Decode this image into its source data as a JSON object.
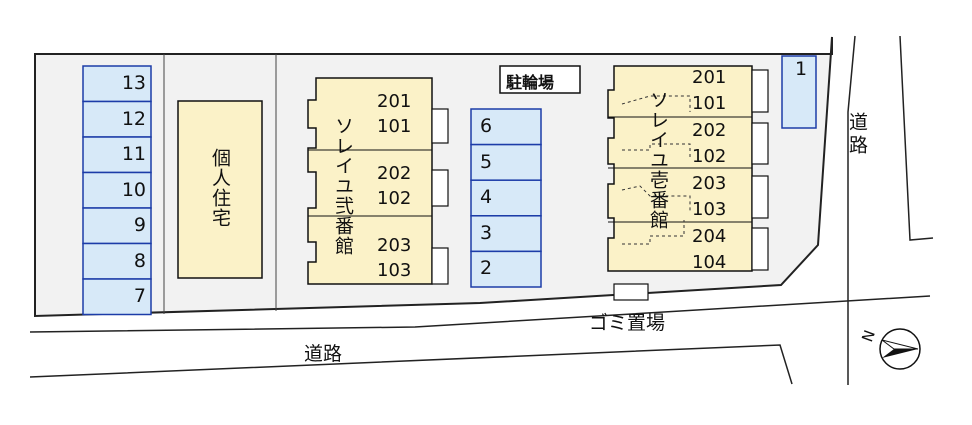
{
  "site": {
    "road_bottom": "道路",
    "road_right": "道路",
    "bicycle_parking": "駐輪場",
    "garbage": "ゴミ置場",
    "private_house": "個人住宅",
    "compass_letter": "N"
  },
  "parking_left": [
    "13",
    "12",
    "11",
    "10",
    "9",
    "8",
    "7"
  ],
  "parking_middle": [
    "6",
    "5",
    "4",
    "3",
    "2"
  ],
  "parking_top_right": "1",
  "building_ni": {
    "name": "ソレイユ弐番館",
    "floors": [
      [
        "201",
        "101"
      ],
      [
        "202",
        "102"
      ],
      [
        "203",
        "103"
      ]
    ]
  },
  "building_ichi": {
    "name": "ソレイユ壱番館",
    "floors": [
      [
        "201",
        "101"
      ],
      [
        "202",
        "102"
      ],
      [
        "203",
        "103"
      ],
      [
        "204",
        "104"
      ]
    ]
  },
  "colors": {
    "parking_fill": "#d7e9f8",
    "parking_stroke": "#1c3ca8",
    "building_fill": "#fbf2c8",
    "lot_fill": "#f2f2f2"
  }
}
